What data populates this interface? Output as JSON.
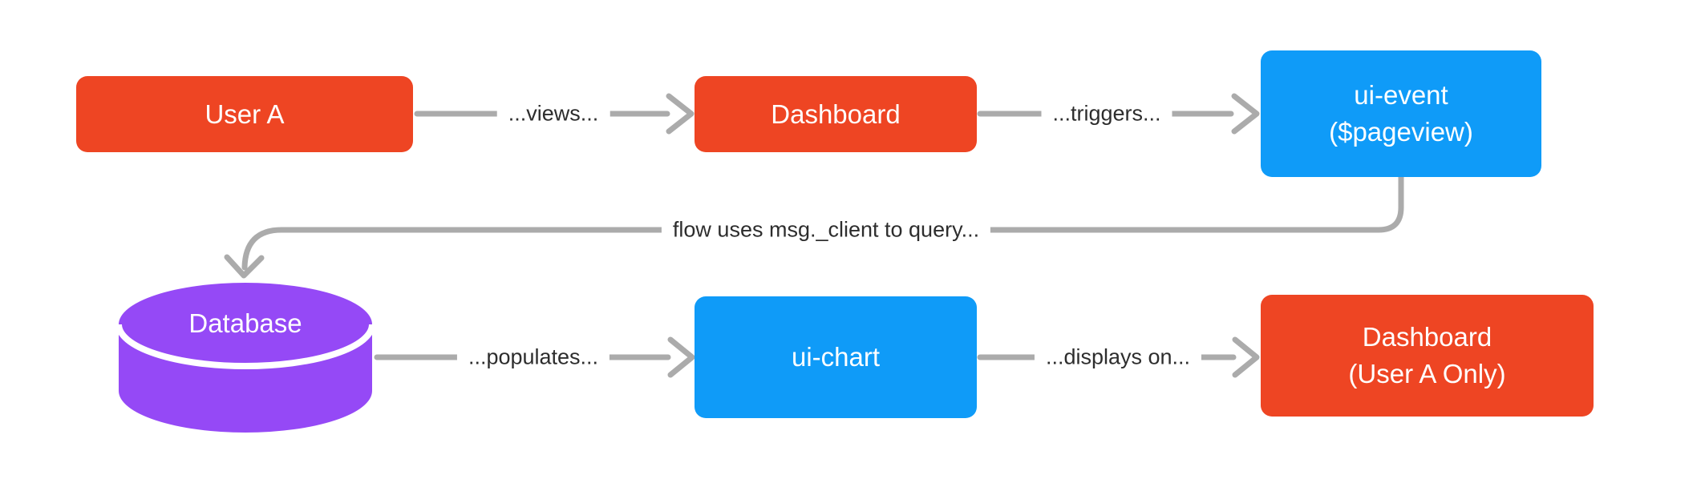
{
  "diagram": {
    "nodes": {
      "user_a": {
        "label": "User A"
      },
      "dashboard": {
        "label": "Dashboard"
      },
      "ui_event": {
        "line1": "ui-event",
        "line2": "($pageview)"
      },
      "database": {
        "label": "Database"
      },
      "ui_chart": {
        "label": "ui-chart"
      },
      "dashboard_user_a": {
        "line1": "Dashboard",
        "line2": "(User A Only)"
      }
    },
    "edges": {
      "views": {
        "label": "...views..."
      },
      "triggers": {
        "label": "...triggers..."
      },
      "query": {
        "label": "flow uses msg._client to query..."
      },
      "populates": {
        "label": "...populates..."
      },
      "displays_on": {
        "label": "...displays on..."
      }
    },
    "colors": {
      "user_node": "#EE4523",
      "event_node": "#0F9BF8",
      "database_node": "#9549F6",
      "connector": "#ABABAB",
      "edge_label_text": "#2D2D2D",
      "node_text": "#FFFFFF",
      "background": "#FFFFFF"
    }
  }
}
